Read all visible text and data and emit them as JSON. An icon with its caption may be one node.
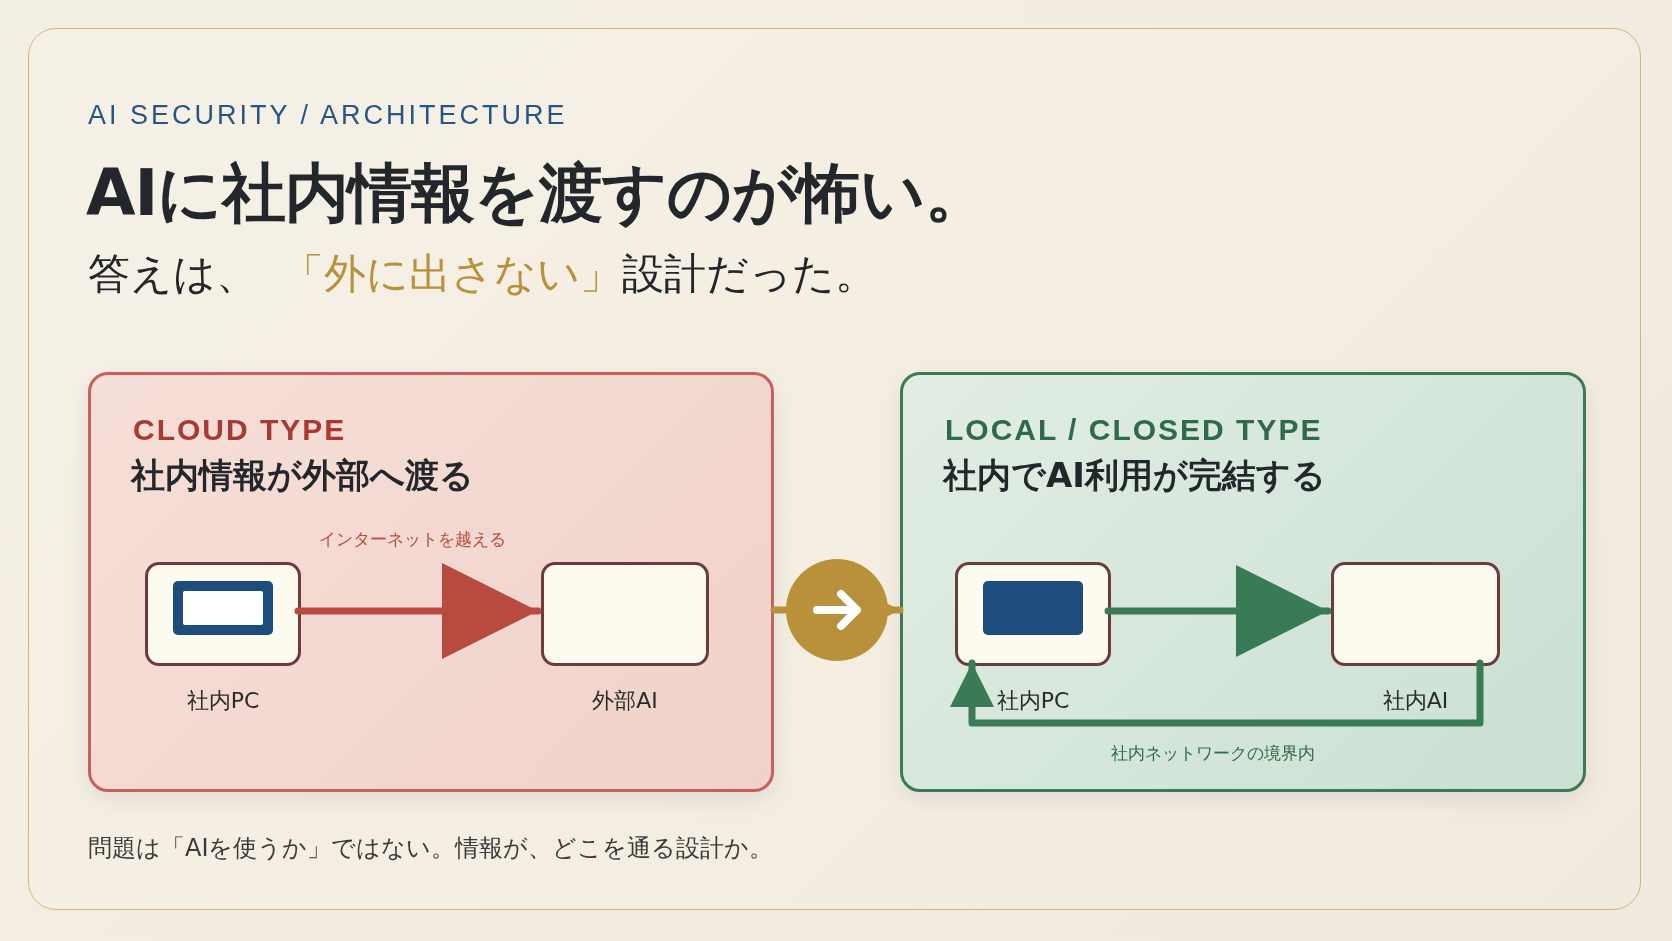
{
  "diagram": {
    "title": "AIに社内情報を渡すのが怖い。",
    "caption": "問題は「AIを使うか」ではない。情報が、どこを通る設計か。",
    "nodes": [
      {
        "text": [
          "CLOUD TYPE",
          "社内情報が外部へ渡る"
        ]
      },
      {
        "text": [
          "社内PC"
        ],
        "in": 0
      },
      {
        "text": [
          "外部AI"
        ],
        "in": 0
      },
      {
        "text": [
          "LOCAL / CLOSED TYPE",
          "社内でAI利用が完結する"
        ]
      },
      {
        "text": [
          "社内PC"
        ],
        "in": 3
      },
      {
        "text": [
          "社内AI"
        ],
        "in": 3
      }
    ],
    "edges": [
      {
        "from": 1,
        "to": 2,
        "arrow": "to",
        "label": "インターネットを越える",
        "color": "#b94a3f"
      },
      {
        "from": 0,
        "to": 3,
        "arrow": "to",
        "color": "#b8913a"
      },
      {
        "from": 4,
        "to": 5,
        "arrow": "to"
      },
      {
        "from": 5,
        "to": 4,
        "arrow": "to",
        "label": "社内ネットワークの境界内"
      }
    ],
    "labels": [
      "AI SECURITY / ARCHITECTURE",
      "答えは、",
      "「外に出さない」",
      "設計だった。"
    ]
  }
}
